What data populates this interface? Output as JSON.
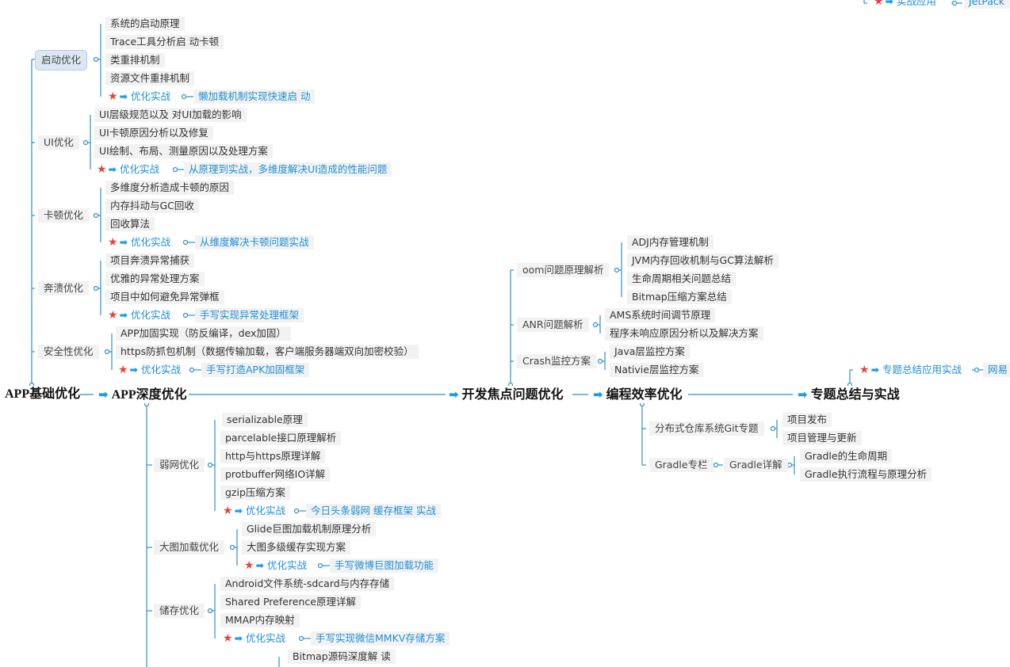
{
  "main": {
    "root": "APP基础优化",
    "deep": "APP深度优化",
    "dev": "开发焦点问题优化",
    "eff": "编程效率优化",
    "summary": "专题总结与实战"
  },
  "startup": {
    "label": "启动优化",
    "items": [
      "系统的启动原理",
      "Trace工具分析启 动卡顿",
      "类重排机制",
      "资源文件重排机制"
    ],
    "practice": "优化实战",
    "practice_detail": "懒加载机制实现快速启 动"
  },
  "ui": {
    "label": "UI优化",
    "items": [
      "UI层级规范以及 对UI加载的影响",
      "UI卡顿原因分析以及修复",
      "UI绘制、布局、测量原因以及处理方案"
    ],
    "practice": "优化实战",
    "practice_detail": "从原理到实战，多维度解决UI造成的性能问题"
  },
  "jank": {
    "label": "卡顿优化",
    "items": [
      "多维度分析造成卡顿的原因",
      "内存抖动与GC回收",
      "回收算法"
    ],
    "practice": "优化实战",
    "practice_detail": "从维度解决卡顿问题实战"
  },
  "crash": {
    "label": "奔溃优化",
    "items": [
      "项目奔溃异常捕获",
      "优雅的异常处理方案",
      "项目中如何避免异常弹框"
    ],
    "practice": "优化实战",
    "practice_detail": "手写实现异常处理框架"
  },
  "security": {
    "label": "安全性优化",
    "items": [
      "APP加固实现（防反编译，dex加固）",
      "https防抓包机制（数据传输加载，客户端服务器端双向加密校验）"
    ],
    "practice": "优化实战",
    "practice_detail": "手写打造APK加固框架"
  },
  "weaknet": {
    "label": "弱网优化",
    "items": [
      "serializable原理",
      "parcelable接口原理解析",
      "http与https原理详解",
      "protbuffer网络IO详解",
      "gzip压缩方案"
    ],
    "practice": "优化实战",
    "practice_detail": "今日头条弱网 缓存框架 实战"
  },
  "bigimage": {
    "label": "大图加载优化",
    "items": [
      "Glide巨图加载机制原理分析",
      "大图多级缓存实现方案"
    ],
    "practice": "优化实战",
    "practice_detail": "手写微博巨图加载功能"
  },
  "storage": {
    "label": "储存优化",
    "items": [
      "Android文件系统-sdcard与内存存储",
      "Shared Preference原理详解",
      "MMAP内存映射"
    ],
    "practice": "优化实战",
    "practice_detail": "手写实现微信MMKV存储方案"
  },
  "bitmap": {
    "item": "Bitmap源码深度解 读"
  },
  "oom": {
    "label": "oom问题原理解析",
    "items": [
      "ADJ内存管理机制",
      "JVM内存回收机制与GC算法解析",
      "生命周期相关问题总结",
      "Bitmap压缩方案总结"
    ]
  },
  "anr": {
    "label": "ANR问题解析",
    "items": [
      "AMS系统时间调节原理",
      "程序未响应原因分析以及解决方案"
    ]
  },
  "crashmon": {
    "label": "Crash监控方案",
    "items": [
      "Java层监控方案",
      "Nativie层监控方案"
    ]
  },
  "git": {
    "label": "分布式仓库系统Git专题",
    "items": [
      "项目发布",
      "项目管理与更新"
    ]
  },
  "gradle": {
    "label": "Gradle专栏",
    "sub": "Gradle详解",
    "items": [
      "Gradle的生命周期",
      "Gradle执行流程与原理分析"
    ]
  },
  "summary_practice": {
    "label": "专题总结应用实战",
    "detail": "网易"
  },
  "top_right": {
    "label": "实战应用",
    "detail": "JetPack"
  },
  "colors": {
    "line": "#2b8fd8",
    "practice": "#1e8fd6",
    "star": "#e8433a",
    "highlight": "#dbe8f3"
  }
}
